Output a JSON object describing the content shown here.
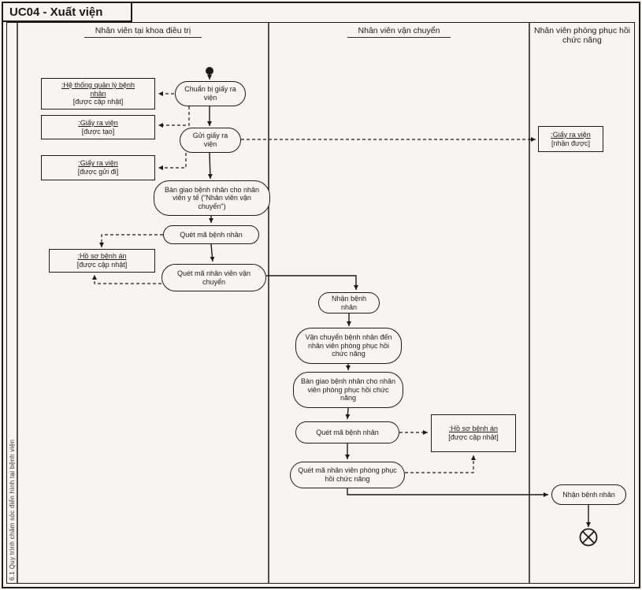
{
  "title": "UC04 - Xuất viện",
  "side_note": "6.1 Quy trình chăm sóc điển hình tại bệnh viện",
  "colors": {
    "ink": "#1b1b1b",
    "paper": "#f6f5f1"
  },
  "lanes": {
    "lane1": "Nhân viên tại khoa điều trị",
    "lane2": "Nhân viên vận chuyển",
    "lane3": "Nhân viên phòng phục hồi chức năng"
  },
  "activities": {
    "prepare": "Chuẩn bị giấy ra viện",
    "send": "Gửi giấy ra viện",
    "handover_transport": "Bàn giao bệnh nhân cho nhân viên y tế (\"Nhân viên vận chuyển\")",
    "scan_patient_1": "Quét mã bệnh nhân",
    "scan_transport_staff": "Quét mã nhân viên vận chuyển",
    "receive_patient_1": "Nhận bệnh nhân",
    "transport_patient": "Vận chuyển bệnh nhân đến nhân viên phòng phục hồi chức năng",
    "handover_rehab": "Bàn giao bệnh nhân cho nhân viên phòng phục hồi chức năng",
    "scan_patient_2": "Quét mã bệnh nhân",
    "scan_rehab_staff": "Quét mã nhân viên phòng phục hồi chức năng",
    "receive_patient_2": "Nhận bệnh nhân"
  },
  "objects": {
    "system": {
      "name": ":Hệ thống quản lý bệnh nhân",
      "state": "[được cập nhật]"
    },
    "discharge_created": {
      "name": ":Giấy ra viện",
      "state": "[được tạo]"
    },
    "discharge_sent": {
      "name": ":Giấy ra viện",
      "state": "[được gửi đi]"
    },
    "record_updated_1": {
      "name": ":Hồ sơ bệnh án",
      "state": "[được cập nhật]"
    },
    "record_updated_2": {
      "name": ":Hồ sơ bệnh án",
      "state": "[được cập nhật]"
    },
    "discharge_received": {
      "name": ":Giấy ra viện",
      "state": "[nhận được]"
    }
  }
}
